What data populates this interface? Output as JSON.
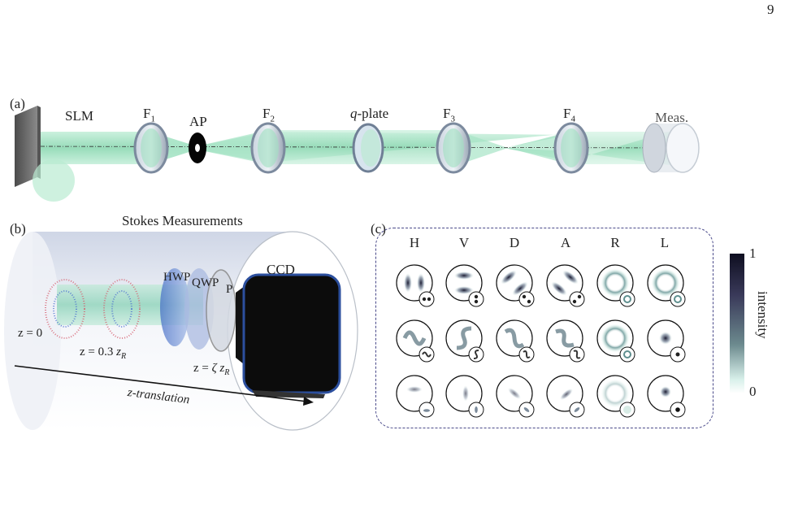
{
  "page_number": "9",
  "panel_a": {
    "panel_label": "(a)",
    "components": {
      "slm": "SLM",
      "f1": "F",
      "f1_sub": "1",
      "ap": "AP",
      "f2": "F",
      "f2_sub": "2",
      "qplate_q": "q",
      "qplate_rest": "-plate",
      "f3": "F",
      "f3_sub": "3",
      "f4": "F",
      "f4_sub": "4",
      "meas": "Meas."
    },
    "colors": {
      "beam": "#9fe0c0",
      "lens_rim": "#7c8a9e"
    }
  },
  "panel_b": {
    "panel_label": "(b)",
    "title": "Stokes Measurements",
    "hwp": "HWP",
    "qwp": "QWP",
    "p": "P",
    "ccd": "CCD",
    "z0": "z = 0",
    "z1_prefix": "z = 0.3 ",
    "z1_var": "z",
    "z1_sub": "R",
    "z2_prefix": "z = ",
    "z2_var": "ζ z",
    "z2_sub": "R",
    "translation": "z-translation",
    "colors": {
      "ccd_frame": "#2c4f9e",
      "ccd_body": "#0c0c0c"
    }
  },
  "panel_c": {
    "panel_label": "(c)",
    "columns": [
      "H",
      "V",
      "D",
      "A",
      "R",
      "L"
    ],
    "colorbar": {
      "max": "1",
      "min": "0",
      "label": "intensity",
      "top_color": "#0e0e20",
      "mid_color": "#5a5a7a",
      "bottom_color": "#d8f0ea"
    }
  }
}
